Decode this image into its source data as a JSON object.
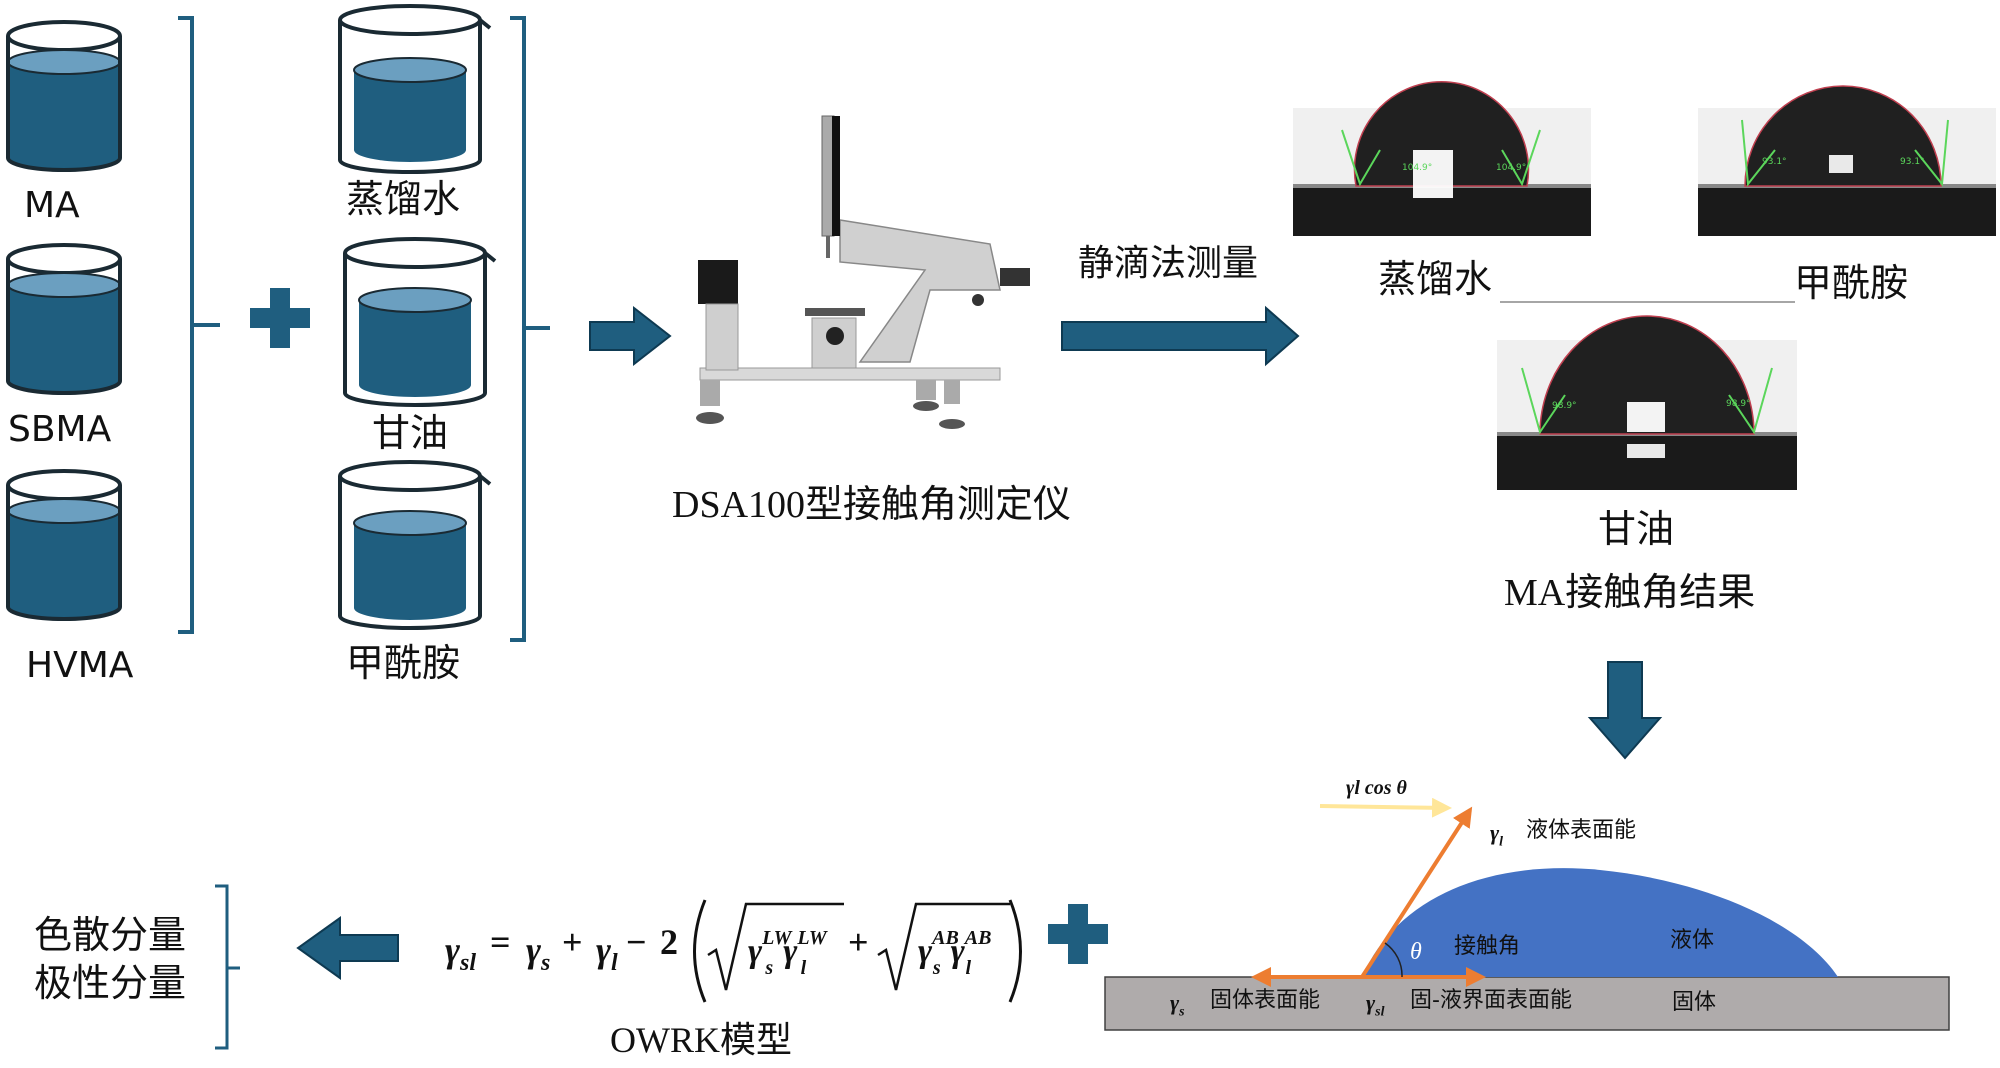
{
  "samples": [
    "MA",
    "SBMA",
    "HVMA"
  ],
  "liquids": [
    "蒸馏水",
    "甘油",
    "甲酰胺"
  ],
  "instrument_label": "DSA100型接触角测定仪",
  "measure_method": "静滴法测量",
  "photos": [
    {
      "label": "蒸馏水",
      "angle_text": "104.9°"
    },
    {
      "label": "甲酰胺",
      "angle_text": "93.1°"
    },
    {
      "label": "甘油",
      "angle_text": "98.9°"
    }
  ],
  "results_title": "MA接触角结果",
  "diagram": {
    "gamma_l_cos": "γl cos θ",
    "gamma_l_label": "液体表面能",
    "theta_label": "接触角",
    "liquid_label": "液体",
    "gamma_s_label": "固体表面能",
    "gamma_sl_label": "固-液界面表面能",
    "solid_label": "固体"
  },
  "model_label": "OWRK模型",
  "components": [
    "色散分量",
    "极性分量"
  ],
  "colors": {
    "accent": "#1f5e7f",
    "beaker_fill": "#1f5e7f",
    "droplet": "#4472c4",
    "vector": "#ed7d31",
    "solid": "#afabab",
    "cos_arrow": "#ffe699"
  }
}
